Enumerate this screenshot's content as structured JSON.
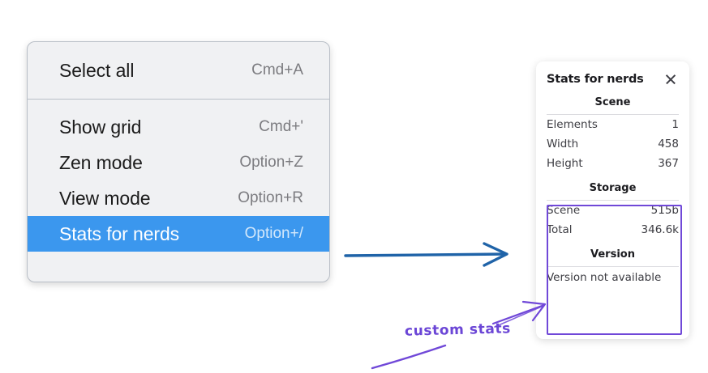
{
  "context_menu": {
    "name": "canvas-context-menu",
    "groups": [
      {
        "items": [
          {
            "label": "Select all",
            "shortcut": "Cmd+A",
            "selected": false
          }
        ]
      },
      {
        "items": [
          {
            "label": "Show grid",
            "shortcut": "Cmd+'",
            "selected": false
          },
          {
            "label": "Zen mode",
            "shortcut": "Option+Z",
            "selected": false
          },
          {
            "label": "View mode",
            "shortcut": "Option+R",
            "selected": false
          },
          {
            "label": "Stats for nerds",
            "shortcut": "Option+/",
            "selected": true
          }
        ]
      }
    ],
    "highlight_color": "#3b97ee",
    "background_color": "#f0f1f3"
  },
  "stats_panel": {
    "title": "Stats for nerds",
    "close_icon": "close-icon",
    "sections": [
      {
        "title": "Scene",
        "rows": [
          {
            "key": "Elements",
            "value": "1"
          },
          {
            "key": "Width",
            "value": "458"
          },
          {
            "key": "Height",
            "value": "367"
          }
        ]
      },
      {
        "title": "Storage",
        "rows": [
          {
            "key": "Scene",
            "value": "515b"
          },
          {
            "key": "Total",
            "value": "346.6k"
          }
        ]
      },
      {
        "title": "Version",
        "note": "Version not available"
      }
    ]
  },
  "annotations": {
    "label": "custom stats",
    "label_color": "#6b46d6",
    "flow_arrow_color": "#1f63a8",
    "highlight_rect_color": "#7048d8"
  }
}
